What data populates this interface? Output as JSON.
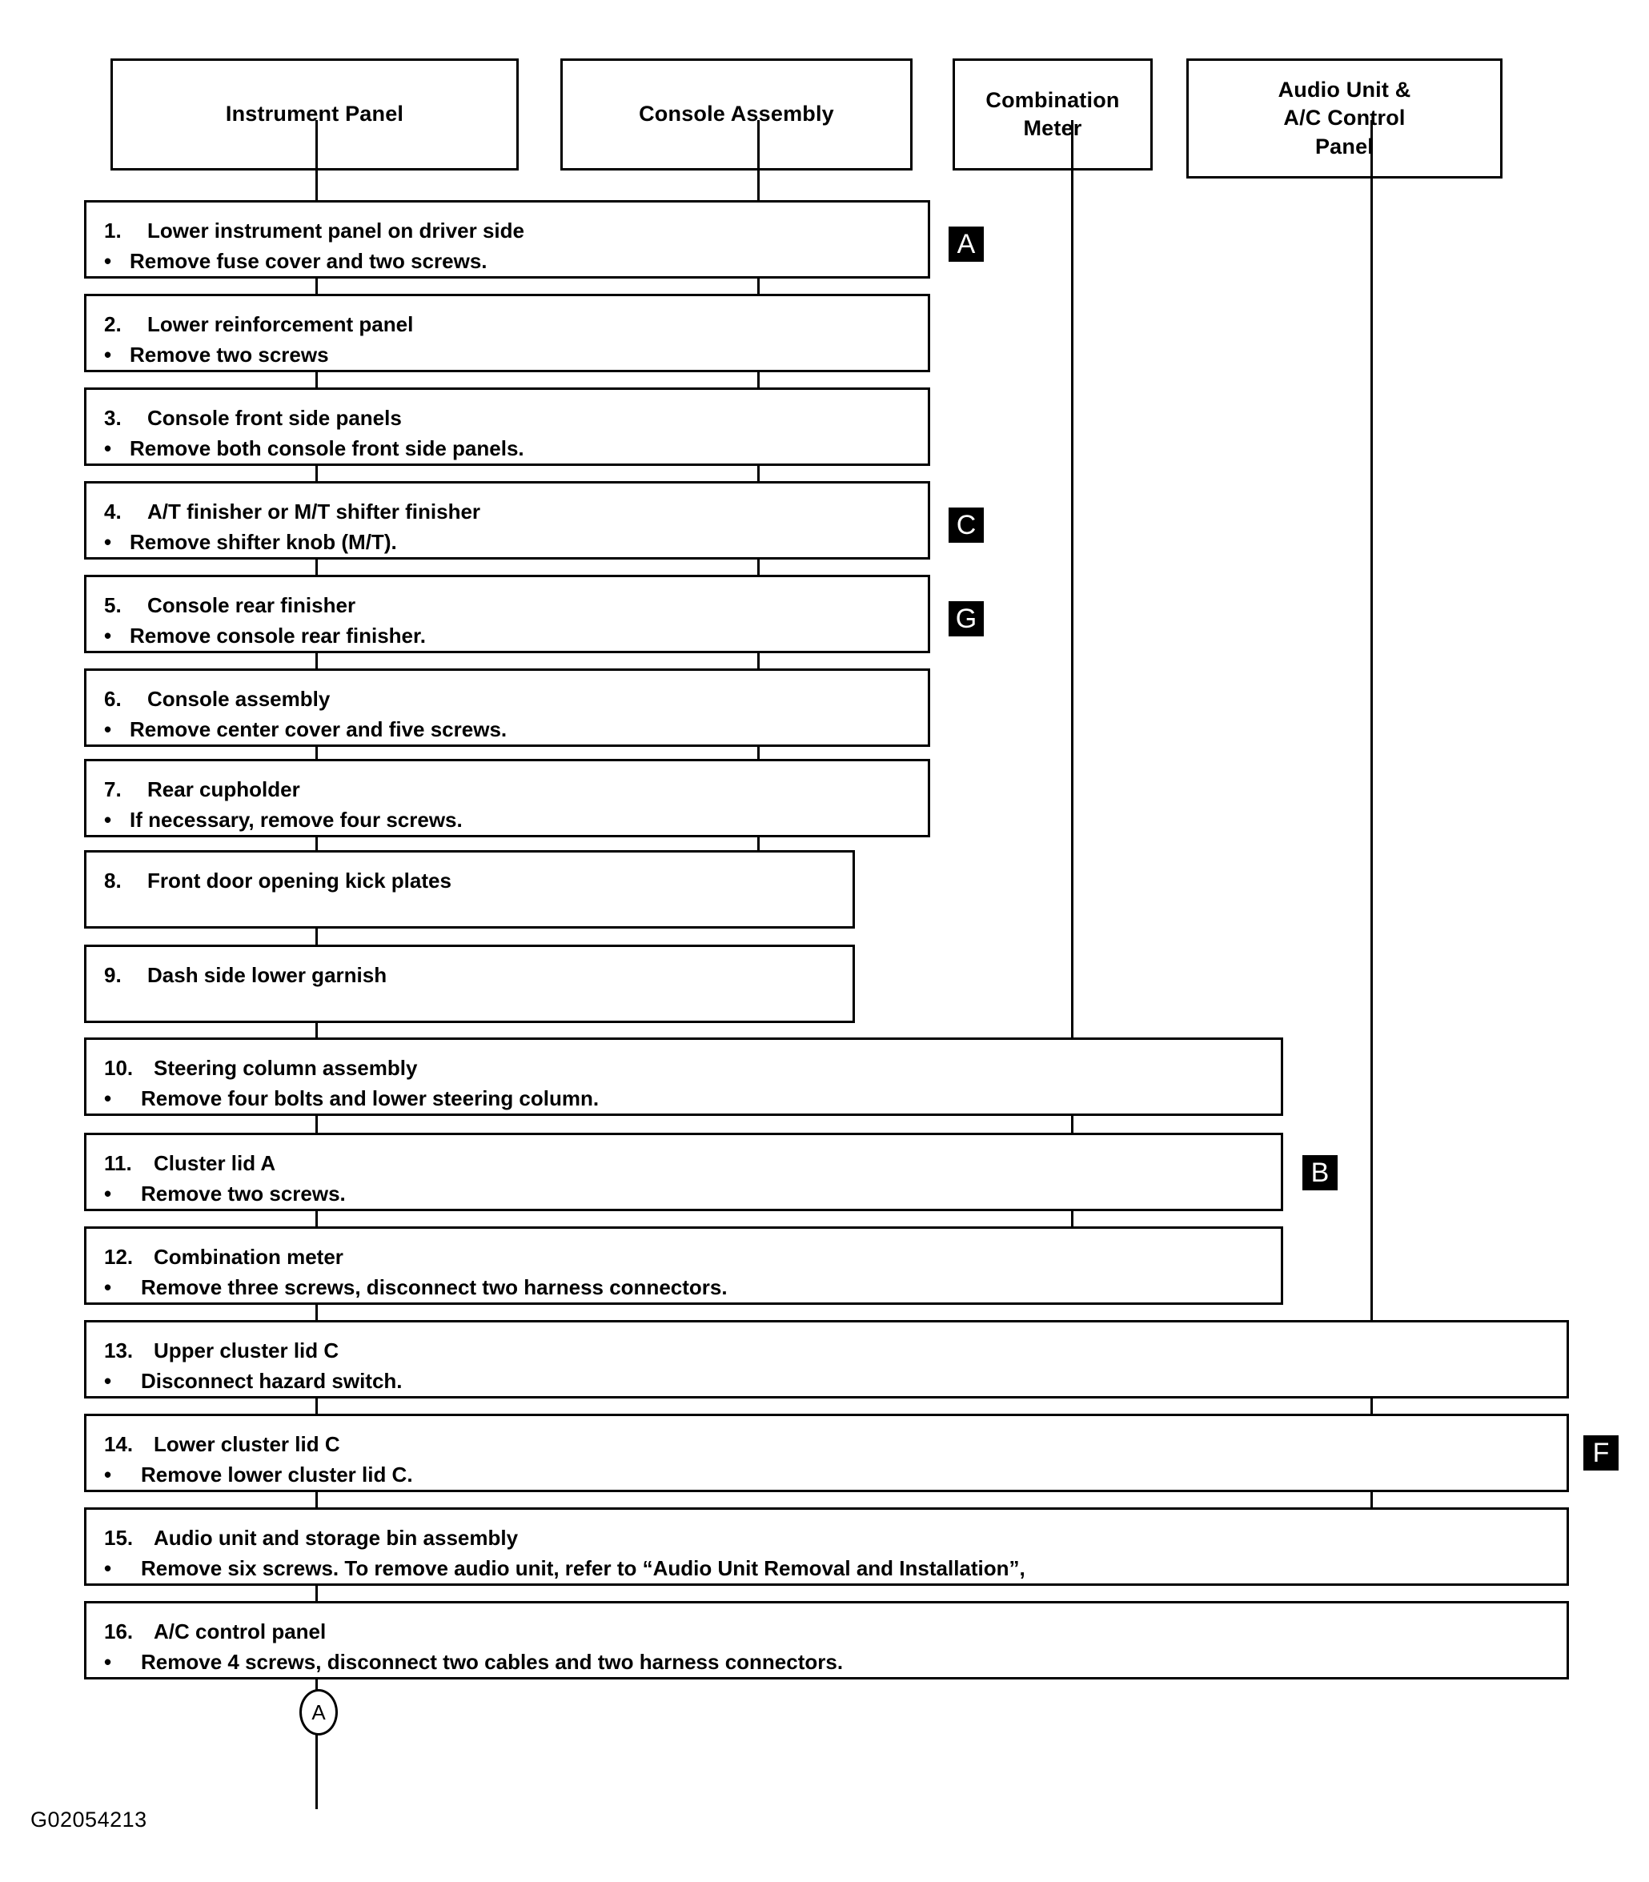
{
  "figure": {
    "id_label": "G02054213",
    "columns": [
      {
        "label": "Instrument Panel"
      },
      {
        "label": "Console Assembly"
      },
      {
        "label": "Combination\nMeter"
      },
      {
        "label": "Audio Unit &\nA/C Control\nPanel"
      }
    ],
    "steps": [
      {
        "num": "1.",
        "title": "Lower instrument panel on driver side",
        "bullet": "Remove fuse cover and two screws.",
        "badge": "A"
      },
      {
        "num": "2.",
        "title": "Lower reinforcement panel",
        "bullet": "Remove two screws",
        "badge": ""
      },
      {
        "num": "3.",
        "title": "Console front side panels",
        "bullet": "Remove both console front side panels.",
        "badge": ""
      },
      {
        "num": "4.",
        "title": "A/T finisher or M/T shifter finisher",
        "bullet": "Remove shifter knob (M/T).",
        "badge": "C"
      },
      {
        "num": "5.",
        "title": "Console rear finisher",
        "bullet": "Remove console rear finisher.",
        "badge": "G"
      },
      {
        "num": "6.",
        "title": "Console assembly",
        "bullet": "Remove center cover and five screws.",
        "badge": ""
      },
      {
        "num": "7.",
        "title": "Rear cupholder",
        "bullet": "If necessary, remove four screws.",
        "badge": ""
      },
      {
        "num": "8.",
        "title": "Front door opening kick plates",
        "bullet": "",
        "badge": ""
      },
      {
        "num": "9.",
        "title": "Dash side lower garnish",
        "bullet": "",
        "badge": ""
      },
      {
        "num": "10.",
        "title": "Steering column assembly",
        "bullet": "Remove four bolts and lower steering column.",
        "badge": ""
      },
      {
        "num": "11.",
        "title": "Cluster lid A",
        "bullet": "Remove two screws.",
        "badge": "B"
      },
      {
        "num": "12.",
        "title": "Combination meter",
        "bullet": "Remove three screws, disconnect two harness connectors.",
        "badge": ""
      },
      {
        "num": "13.",
        "title": "Upper cluster lid C",
        "bullet": "Disconnect hazard switch.",
        "badge": ""
      },
      {
        "num": "14.",
        "title": "Lower cluster lid C",
        "bullet": "Remove lower cluster lid C.",
        "badge": "F"
      },
      {
        "num": "15.",
        "title": "Audio unit and storage bin assembly",
        "bullet": "Remove six screws. To remove audio unit, refer to “Audio Unit Removal and Installation”,",
        "badge": ""
      },
      {
        "num": "16.",
        "title": "A/C control panel",
        "bullet": "Remove 4 screws, disconnect two cables and two harness connectors.",
        "badge": ""
      }
    ],
    "connector": {
      "label": "A"
    },
    "bullet_glyph": "•",
    "colors": {
      "line": "#000000",
      "badge_bg": "#000000",
      "badge_fg": "#ffffff",
      "page_bg": "#ffffff"
    }
  }
}
